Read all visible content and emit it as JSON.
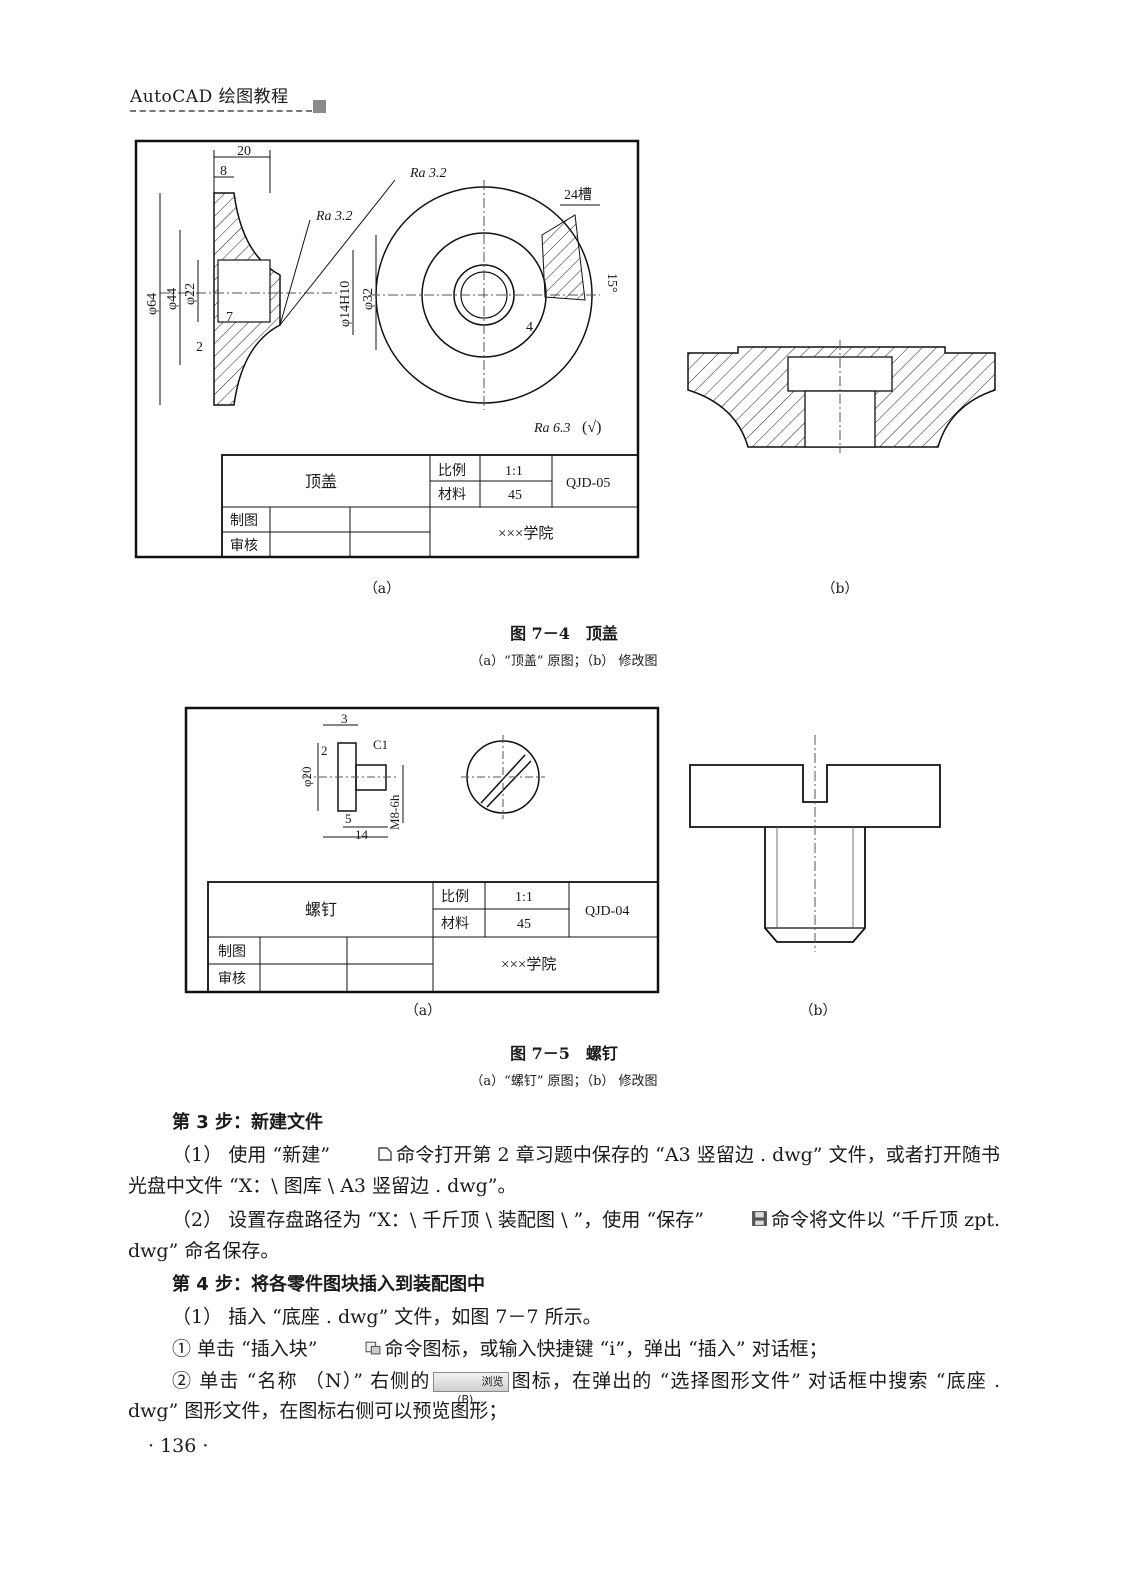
{
  "header": {
    "title": "AutoCAD 绘图教程"
  },
  "fig74": {
    "drawing": {
      "dim_20": "20",
      "dim_8": "8",
      "ra1": "Ra 3.2",
      "ra2": "Ra 3.2",
      "slots": "24槽",
      "angle": "15°",
      "dim_4": "4",
      "d64": "φ64",
      "d44": "φ44",
      "d22": "φ22",
      "dim_7": "7",
      "dim_2": "2",
      "d14": "φ14H10",
      "d32": "φ32",
      "ra_general": "Ra 6.3",
      "ra_paren": "(√)"
    },
    "title_block": {
      "name": "顶盖",
      "scale_label": "比例",
      "scale": "1:1",
      "material_label": "材料",
      "material": "45",
      "code": "QJD-05",
      "drawn": "制图",
      "checked": "审核",
      "school": "×××学院"
    },
    "label_a": "（a）",
    "label_b": "（b）",
    "caption": "图 7－4　顶盖",
    "subcaption": "（a）“顶盖” 原图；（b） 修改图"
  },
  "fig75": {
    "drawing": {
      "dim_3": "3",
      "dim_2": "2",
      "c1": "C1",
      "d20": "φ20",
      "dim_5": "5",
      "dim_14": "14",
      "m8": "M8-6h"
    },
    "title_block": {
      "name": "螺钉",
      "scale_label": "比例",
      "scale": "1:1",
      "material_label": "材料",
      "material": "45",
      "code": "QJD-04",
      "drawn": "制图",
      "checked": "审核",
      "school": "×××学院"
    },
    "label_a": "（a）",
    "label_b": "（b）",
    "caption": "图 7－5　螺钉",
    "subcaption": "（a）“螺钉” 原图；（b） 修改图"
  },
  "body": {
    "step3_title": "第 3 步：新建文件",
    "p1_a": "（1） 使用 “新建”",
    "p1_b": "命令打开第 2 章习题中保存的 “A3 竖留边 . dwg” 文件，或者打开随书光盘中文件 “X：\\ 图库 \\ A3 竖留边 . dwg”。",
    "p2_a": "（2） 设置存盘路径为 “X：\\ 千斤顶 \\ 装配图 \\ ”，使用 “保存”",
    "p2_b": "命令将文件以 “千斤顶 zpt. dwg” 命名保存。",
    "step4_title": "第 4 步：将各零件图块插入到装配图中",
    "p3": "（1） 插入 “底座 . dwg” 文件，如图 7－7 所示。",
    "p4_a": "① 单击 “插入块”",
    "p4_b": "命令图标，或输入快捷键 “i”，弹出 “插入” 对话框；",
    "p5_a": "② 单击 “名称 （N）” 右侧的",
    "browse_btn": "浏览(B)...",
    "p5_b": "图标，在弹出的 “选择图形文件” 对话框中搜索 “底座 . dwg” 图形文件，在图标右侧可以预览图形；"
  },
  "page_number": "· 136 ·",
  "icons": [
    "new-file-icon",
    "save-icon",
    "insert-block-icon"
  ]
}
